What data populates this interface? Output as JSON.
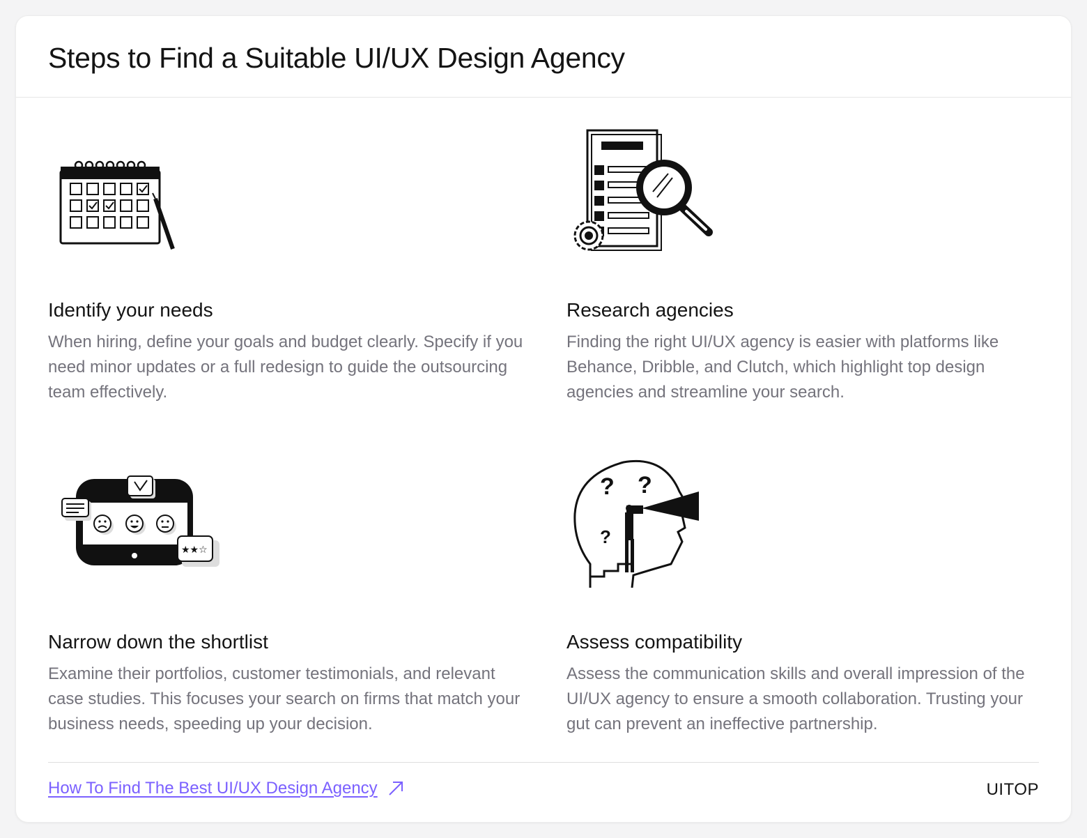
{
  "header": {
    "title": "Steps to Find a Suitable UI/UX Design Agency"
  },
  "steps": [
    {
      "title": "Identify your needs",
      "description": "When hiring, define your goals and budget clearly. Specify if you need minor updates or a full redesign to guide the outsourcing team effectively.",
      "icon": "calendar-checklist-icon"
    },
    {
      "title": "Research agencies",
      "description": "Finding the right UI/UX agency is easier with platforms like Behance, Dribble, and Clutch, which highlight top design agencies and streamline your search.",
      "icon": "document-magnifier-icon"
    },
    {
      "title": "Narrow down the shortlist",
      "description": "Examine their portfolios, customer testimonials, and relevant case studies. This focuses your search on firms that match your business needs, speeding up your decision.",
      "icon": "tablet-reviews-icon"
    },
    {
      "title": "Assess compatibility",
      "description": "Assess the communication skills and overall impression of the UI/UX agency to ensure a smooth collaboration. Trusting your gut can prevent an ineffective partnership.",
      "icon": "head-telescope-icon"
    }
  ],
  "footer": {
    "link_label": "How To Find The Best UI/UX Design Agency",
    "brand": "UITOP"
  },
  "colors": {
    "link": "#7b61ff",
    "text": "#141414",
    "muted": "#74737c"
  }
}
